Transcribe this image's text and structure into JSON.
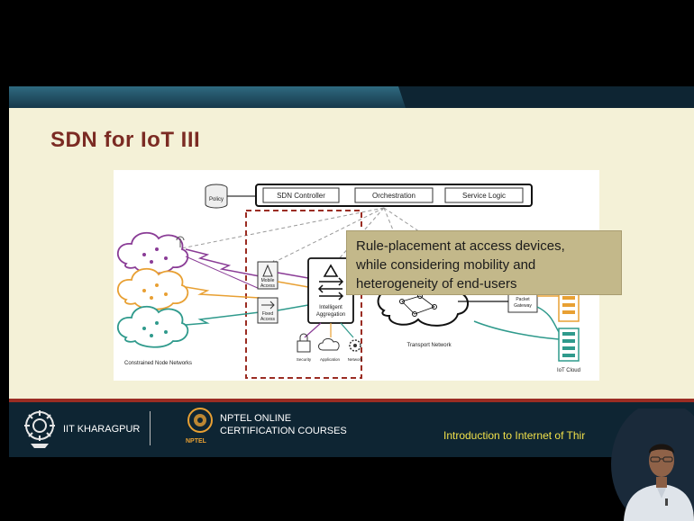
{
  "slide": {
    "title": "SDN for IoT III",
    "callout_lines": [
      "Rule-placement at access devices,",
      "while considering mobility and",
      "heterogeneity of end-users"
    ]
  },
  "diagram": {
    "policy": "Policy",
    "controller_boxes": [
      "SDN Controller",
      "Orchestration",
      "Service Logic"
    ],
    "mobile_access": [
      "Mobile",
      "Access"
    ],
    "fixed_access": [
      "Fixed",
      "Access"
    ],
    "aggregation": [
      "Intelligent",
      "Aggregation"
    ],
    "services": [
      "Security",
      "Application",
      "Network"
    ],
    "packet_gateway": [
      "Packet",
      "Gateway"
    ],
    "transport_network": "Transport Network",
    "constrained_node_networks": "Constrained Node Networks",
    "iot_cloud": "IoT Cloud"
  },
  "footer": {
    "iit": "IIT KHARAGPUR",
    "nptel_line1": "NPTEL ONLINE",
    "nptel_line2": "CERTIFICATION COURSES",
    "nptel_logo": "NPTEL",
    "course": "Introduction to Internet of Thir"
  },
  "colors": {
    "title": "#7b2b23",
    "slide_bg": "#f4f1d7",
    "band": "#0e2533",
    "accent_red": "#9b2d23",
    "course_text": "#f0e04a",
    "orange": "#e8a033",
    "teal": "#2f9a8c",
    "purple": "#8a3c96"
  }
}
